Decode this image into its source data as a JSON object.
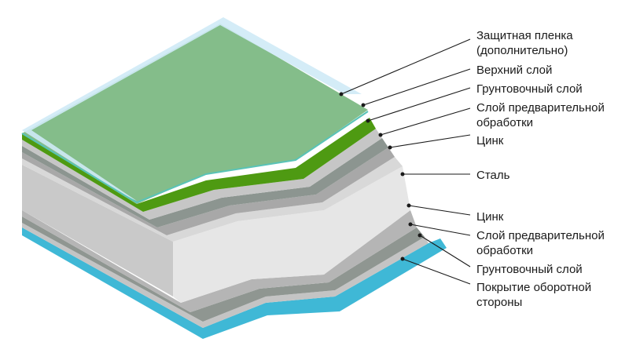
{
  "labels": [
    {
      "line1": "Защитная пленка",
      "line2": "(дополнительно)"
    },
    {
      "line1": "Верхний слой",
      "line2": ""
    },
    {
      "line1": "Грунтовочный слой",
      "line2": ""
    },
    {
      "line1": "Слой предварительной",
      "line2": "обработки"
    },
    {
      "line1": "Цинк",
      "line2": ""
    },
    {
      "line1": "Сталь",
      "line2": ""
    },
    {
      "line1": "Цинк",
      "line2": ""
    },
    {
      "line1": "Слой предварительной",
      "line2": "обработки"
    },
    {
      "line1": "Грунтовочный слой",
      "line2": ""
    },
    {
      "line1": "Покрытие оборотной",
      "line2": "стороны"
    }
  ],
  "colors": {
    "protective_film": "#cfeaf6",
    "film_edge": "#59c3b7",
    "top_coat": "#84bd8a",
    "top_coat_edge": "#4e9a12",
    "primer": "#c2c2c2",
    "pretreatment": "#8e9690",
    "zinc": "#b9b9b9",
    "steel": "#e4e4e4",
    "back_coat": "#3fb8d6"
  }
}
